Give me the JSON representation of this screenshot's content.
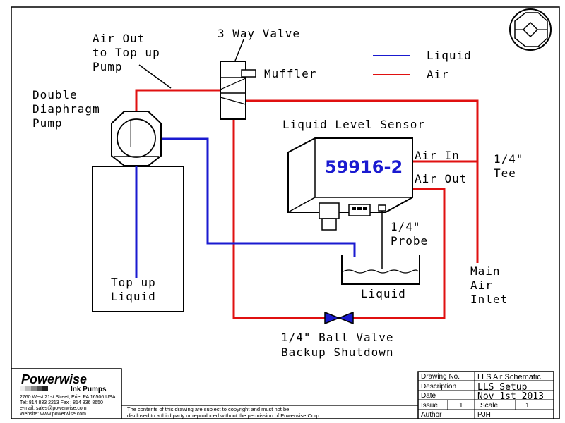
{
  "labels": {
    "air_out_line1": "Air Out",
    "air_out_line2": "to Top up",
    "air_out_line3": "Pump",
    "three_way_valve": "3 Way Valve",
    "muffler": "Muffler",
    "ddp_line1": "Double",
    "ddp_line2": "Diaphragm",
    "ddp_line3": "Pump",
    "lls": "Liquid Level Sensor",
    "sensor_id": "59916-2",
    "air_in": "Air In",
    "air_out": "Air Out",
    "tee_line1": "1/4\"",
    "tee_line2": "Tee",
    "probe_line1": "1/4\"",
    "probe_line2": "Probe",
    "topup_line1": "Top up",
    "topup_line2": "Liquid",
    "liquid": "Liquid",
    "main_line1": "Main",
    "main_line2": "Air",
    "main_line3": "Inlet",
    "ball_valve_line1": "1/4\" Ball Valve",
    "ball_valve_line2": "Backup Shutdown"
  },
  "legend": {
    "liquid": "Liquid",
    "air": "Air",
    "liquid_color": "#1a1ad0",
    "air_color": "#e01010"
  },
  "logo": {
    "brand": "Powerwise",
    "sub": "Ink Pumps",
    "addr1": "2760 West 21st Street, Erie, PA 16506 USA",
    "addr2": "Tel: 814 833 2213  Fax : 814 836 8650",
    "addr3": "e-mail: sales@powerwise.com",
    "addr4": "Website: www.powerwise.com"
  },
  "copyright": {
    "line1": "The contents of this drawing are subject to copyright and must not be",
    "line2": "disclosed to a third party or reproduced without the permission of Powerwise Corp."
  },
  "title_block": {
    "drawing_no_label": "Drawing No.",
    "drawing_no": "LLS Air Schematic",
    "description_label": "Description",
    "description": "LLS Setup",
    "date_label": "Date",
    "date": "Nov 1st 2013",
    "issue_label": "Issue",
    "issue": "1",
    "scale_label": "Scale",
    "scale": "1",
    "author_label": "Author",
    "author": "PJH"
  }
}
